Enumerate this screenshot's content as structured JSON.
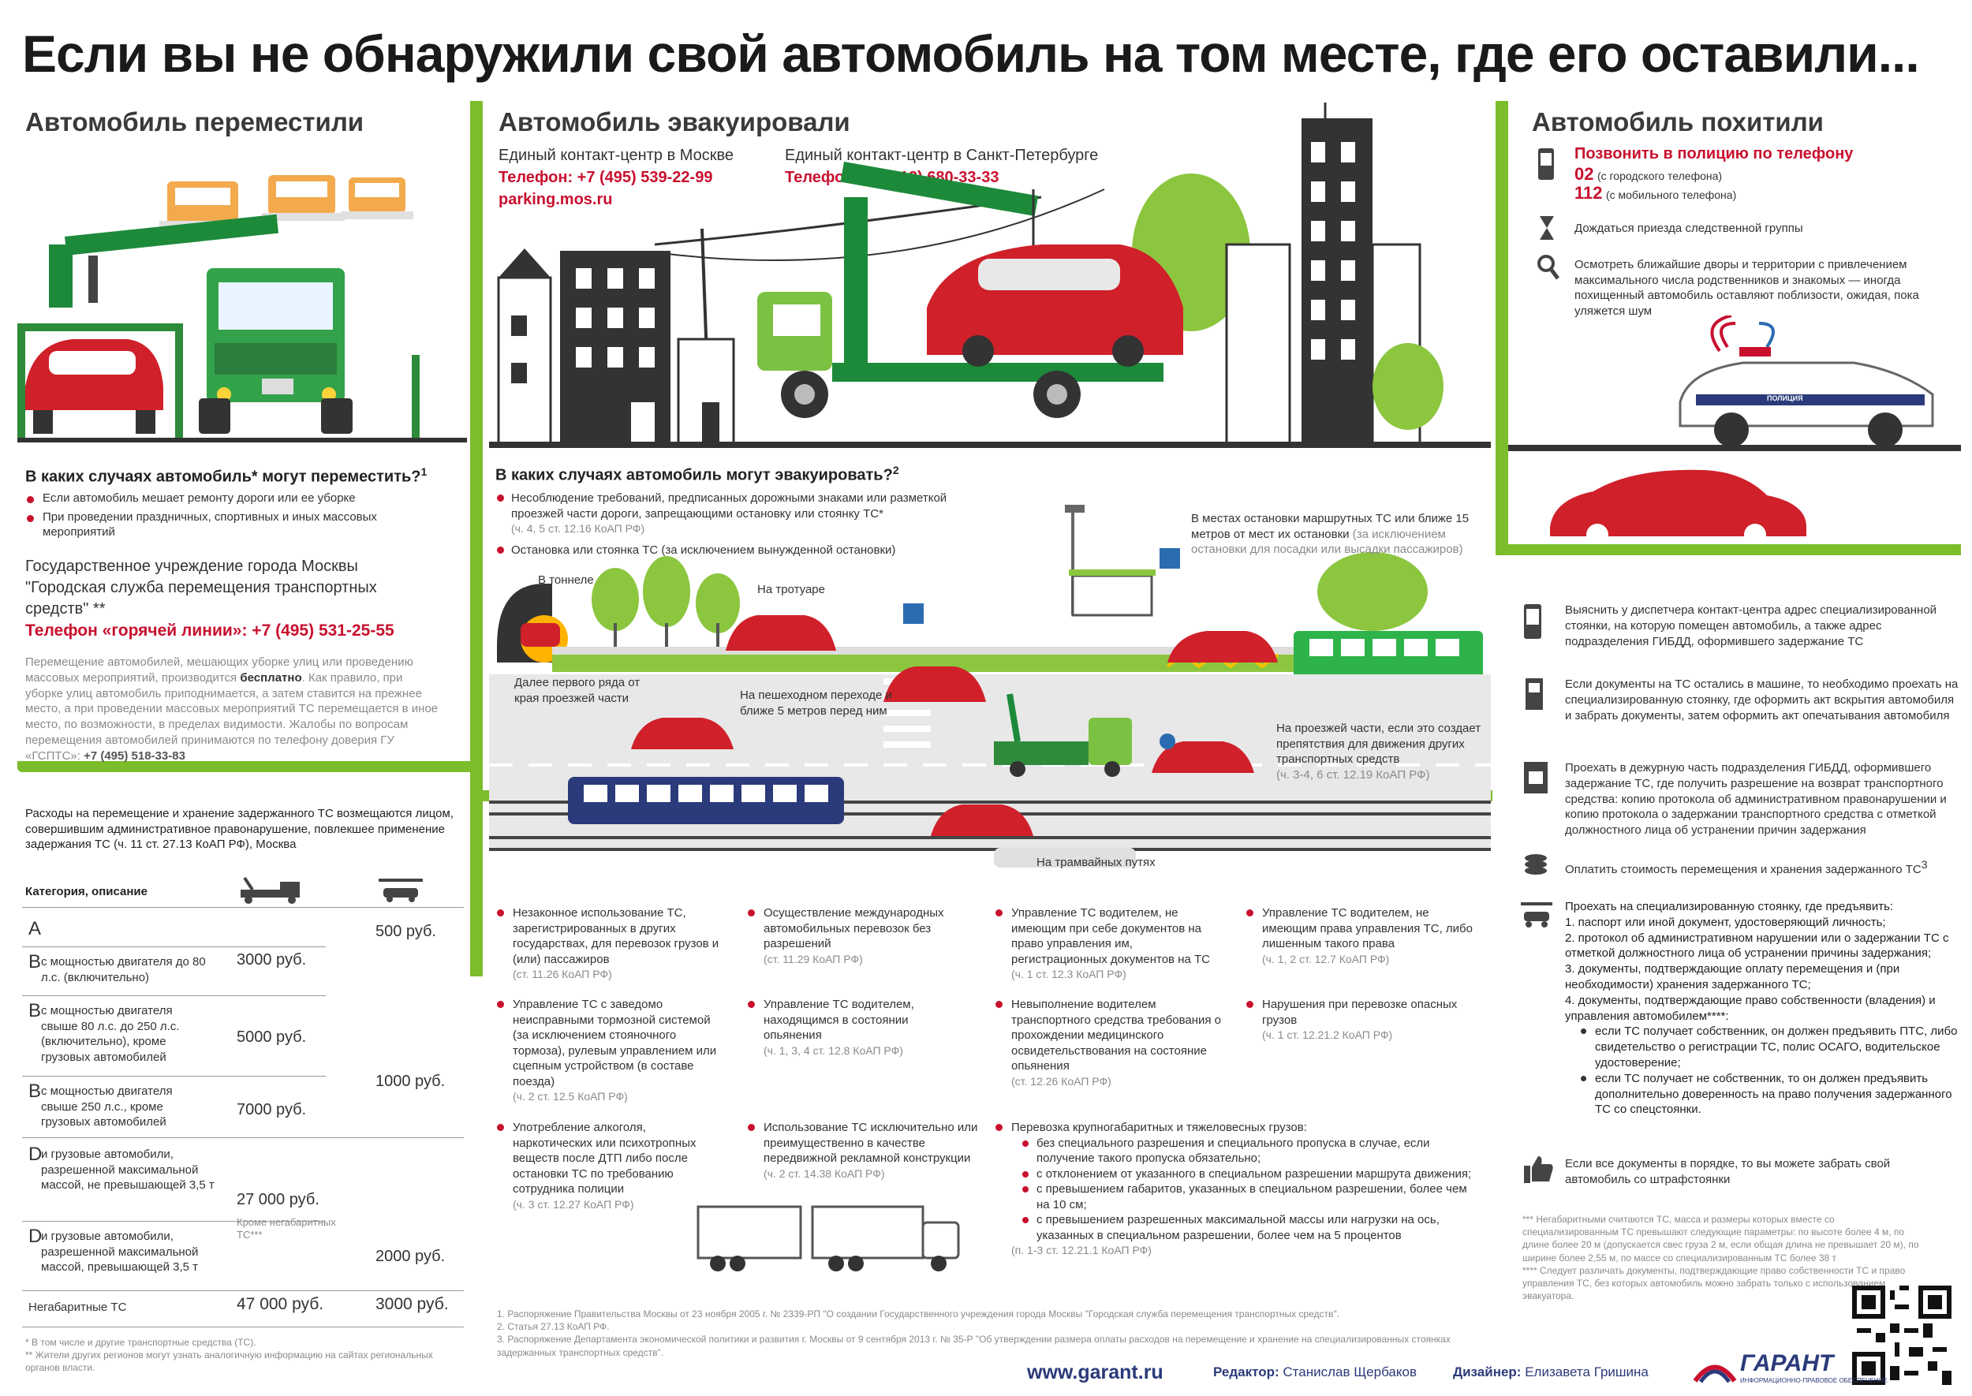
{
  "title": "Если вы не обнаружили свой автомобиль на том месте, где его оставили...",
  "moved": {
    "heading": "Автомобиль переместили",
    "question": "В каких случаях автомобиль* могут переместить?",
    "question_sup": "1",
    "cases": [
      "Если автомобиль мешает ремонту дороги или ее уборке",
      "При проведении праздничных, спортивных и иных массовых мероприятий"
    ],
    "org": "Государственное учреждение города Москвы \"Городская служба перемещения транспортных средств\" **",
    "hotline": "Телефон «горячей линии»: +7 (495) 531-25-55",
    "desc_1": "Перемещение автомобилей, мешающих уборке улиц или проведению массовых мероприятий, производится",
    "desc_free": "бесплатно",
    "desc_2": ". Как правило, при уборке улиц автомобиль приподнимается, а затем ставится на прежнее место, а при проведении массовых мероприятий ТС перемещается в иное место, по возможности, в пределах видимости. Жалобы по вопросам перемещения автомобилей принимаются по телефону доверия ГУ «ГСПТС»: ",
    "trust_phone": "+7 (495) 518-33-83"
  },
  "evacuated": {
    "heading": "Автомобиль эвакуировали",
    "moscow_label": "Единый контакт-центр в Москве",
    "moscow_phone": "Телефон: +7 (495) 539-22-99",
    "moscow_site": "parking.mos.ru",
    "spb_label": "Единый контакт-центр в Санкт-Петербурге",
    "spb_phone": "Телефон: +7 (812) 680-33-33",
    "question": "В каких случаях автомобиль могут эвакуировать?",
    "question_sup": "2",
    "cases": [
      {
        "text": "Несоблюдение требований, предписанных дорожными знаками или разметкой проезжей части дороги, запрещающими остановку или стоянку ТС*",
        "ref": "(ч. 4, 5 ст. 12.16 КоАП РФ)"
      },
      {
        "text": "Остановка или стоянка ТС (за исключением вынужденной остановки)",
        "ref": ""
      }
    ],
    "labels": {
      "tunnel": "В тоннеле",
      "sidewalk": "На тротуаре",
      "stops": "В местах остановки маршрутных ТС или ближе 15 метров от мест их остановки",
      "stops_ref": "(за исключением остановки для посадки или высадки пассажиров)",
      "first_row": "Далее первого ряда от края проезжей части",
      "crossing": "На пешеходном переходе и ближе 5 метров перед ним",
      "roadway": "На проезжей части, если это создает препятствия для движения других транспортных средств",
      "roadway_ref": "(ч. 3-4, 6 ст. 12.19 КоАП РФ)",
      "tram": "На трамвайных путях"
    }
  },
  "stolen": {
    "heading": "Автомобиль похитили",
    "call": "Позвонить в полицию по телефону",
    "num1": "02",
    "num1_note": "(с городского телефона)",
    "num2": "112",
    "num2_note": "(с мобильного телефона)",
    "wait": "Дождаться приезда следственной группы",
    "search": "Осмотреть ближайшие дворы и территории с привлечением максимального числа родственников и знакомых — иногда похищенный автомобиль оставляют поблизости, ожидая, пока уляжется шум",
    "police_label": "ПОЛИЦИЯ"
  },
  "violations": [
    {
      "text": "Незаконное использование ТС, зарегистрированных в других государствах, для перевозок грузов и (или) пассажиров",
      "ref": "(ст. 11.26 КоАП РФ)"
    },
    {
      "text": "Осуществление международных автомобильных перевозок без разрешений",
      "ref": "(ст. 11.29 КоАП РФ)"
    },
    {
      "text": "Управление ТС водителем, не имеющим при себе документов на право управления им, регистрационных документов на ТС",
      "ref": "(ч. 1 ст. 12.3 КоАП РФ)"
    },
    {
      "text": "Управление ТС водителем, не имеющим права управления ТС, либо лишенным такого права",
      "ref": "(ч. 1, 2 ст. 12.7 КоАП РФ)"
    },
    {
      "text": "Управление ТС с заведомо неисправными тормозной системой (за исключением стояночного тормоза), рулевым управлением или сцепным устройством (в составе поезда)",
      "ref": "(ч. 2 ст. 12.5 КоАП РФ)"
    },
    {
      "text": "Управление ТС водителем, находящимся в состоянии опьянения",
      "ref": "(ч. 1, 3, 4 ст. 12.8 КоАП РФ)"
    },
    {
      "text": "Невыполнение водителем транспортного средства требования о прохождении медицинского освидетельствования на состояние опьянения",
      "ref": "(ст. 12.26 КоАП РФ)"
    },
    {
      "text": "Нарушения при перевозке опасных грузов",
      "ref": "(ч. 1 ст. 12.21.2 КоАП РФ)"
    },
    {
      "text": "Употребление алкоголя, наркотических или психотропных веществ после ДТП либо после остановки ТС по требованию сотрудника полиции",
      "ref": "(ч. 3 ст. 12.27 КоАП РФ)"
    },
    {
      "text": "Использование ТС исключительно или преимущественно в качестве передвижной рекламной конструкции",
      "ref": "(ч. 2 ст. 14.38 КоАП РФ)"
    }
  ],
  "oversize": {
    "title": "Перевозка крупногабаритных и тяжеловесных грузов:",
    "items": [
      "без специального разрешения и специального пропуска в случае, если получение такого пропуска обязательно;",
      "с отклонением от указанного в специальном разрешении маршрута движения;",
      "с превышением габаритов, указанных в специальном разрешении, более чем на 10 см;",
      "с превышением разрешенных максимальной массы или нагрузки на ось, указанных в специальном разрешении, более чем на 5 процентов"
    ],
    "ref": "(п. 1-3 ст. 12.21.1 КоАП РФ)"
  },
  "costs": {
    "intro": "Расходы на перемещение и хранение задержанного ТС возмещаются лицом, совершившим административное правонарушение, повлекшее применение задержания ТС (ч. 11 ст. 27.13 КоАП РФ), Москва",
    "header": "Категория, описание",
    "rows": [
      {
        "cat": "A",
        "desc": "",
        "move": "",
        "store": "500 руб."
      },
      {
        "cat": "B",
        "desc": "с мощностью двигателя до 80 л.с. (включительно)",
        "move": "3000 руб.",
        "store": ""
      },
      {
        "cat": "B",
        "desc": "с мощностью двигателя свыше 80 л.с. до 250 л.с. (включительно), кроме грузовых автомобилей",
        "move": "5000 руб.",
        "store": "1000 руб."
      },
      {
        "cat": "B",
        "desc": "с мощностью двигателя свыше 250 л.с., кроме грузовых автомобилей",
        "move": "7000 руб.",
        "store": ""
      },
      {
        "cat": "D",
        "desc": "и грузовые автомобили, разрешенной максимальной массой, не превышающей 3,5 т",
        "move": "27 000 руб.",
        "move_note": "Кроме негабаритных ТС***",
        "store": ""
      },
      {
        "cat": "D",
        "desc": "и грузовые автомобили, разрешенной максимальной массой, превышающей 3,5 т",
        "move": "",
        "store": "2000 руб."
      },
      {
        "cat": "Негабаритные ТС",
        "desc": "",
        "move": "47 000 руб.",
        "store": "3000 руб."
      }
    ]
  },
  "steps": [
    "Выяснить у диспетчера контакт-центра адрес специализированной стоянки, на которую помещен автомобиль, а также адрес подразделения ГИБДД, оформившего задержание ТС",
    "Если документы на ТС остались в машине, то необходимо проехать на специализированную стоянку, где оформить акт вскрытия автомобиля и забрать документы, затем оформить акт опечатывания автомобиля",
    "Проехать в дежурную часть подразделения ГИБДД, оформившего задержание ТС, где получить разрешение на возврат транспортного средства: копию протокола об административном правонарушении и копию протокола о задержании транспортного средства с отметкой должностного лица об устранении причин задержания",
    "Оплатить стоимость перемещения и хранения задержанного ТС"
  ],
  "step4_sup": "3",
  "docs": {
    "intro": "Проехать на специализированную стоянку, где предъявить:",
    "items": [
      "1. паспорт или иной документ, удостоверяющий личность;",
      "2. протокол об административном нарушении или о задержании ТС с отметкой должностного лица об устранении причины задержания;",
      "3. документы, подтверждающие оплату перемещения и (при необходимости) хранения задержанного ТС;",
      "4. документы, подтверждающие право собственности (владения) и управления автомобилем****:"
    ],
    "subs": [
      "если ТС получает собственник, он должен предъявить ПТС, либо свидетельство о регистрации ТС, полис ОСАГО, водительское удостоверение;",
      "если ТС получает не собственник, то он должен предъявить дополнительно доверенность на право получения задержанного ТС со спецстоянки."
    ]
  },
  "final": "Если все документы в порядке, то вы можете забрать свой автомобиль со штрафстоянки",
  "footnotes_right": [
    "*** Негабаритными считаются ТС, масса и размеры которых вместе со специализированным ТС превышают следующие параметры: по высоте более 4 м, по длине более 20 м (допускается свес груза 2 м, если общая длина не превышает 20 м), по ширине более 2,55 м, по массе со специализированным ТС более 38 т",
    "**** Следует различать документы, подтверждающие право собственности ТС и право управления ТС, без которых автомобиль можно забрать только с использованием эвакуатора."
  ],
  "footnotes_left": [
    "* В том числе и другие транспортные средства (ТС).",
    "** Жители других регионов могут узнать аналогичную информацию на сайтах региональных органов власти."
  ],
  "footnotes_mid": [
    "1. Распоряжение Правительства Москвы от 23 ноября 2005 г. № 2339-РП \"О создании Государственного учреждения города Москвы \"Городская служба перемещения транспортных средств\".",
    "2. Статья 27.13 КоАП РФ.",
    "3. Распоряжение Департамента экономической политики и развития г. Москвы от 9 сентября 2013 г. № 35-Р \"Об утверждении размера оплаты расходов на перемещение и хранение на специализированных стоянках задержанных транспортных средств\"."
  ],
  "site": "www.garant.ru",
  "editor_label": "Редактор:",
  "editor": "Станислав Щербаков",
  "designer_label": "Дизайнер:",
  "designer": "Елизавета Гришина",
  "brand": "ГАРАНТ",
  "brand_sub": "ИНФОРМАЦИОННО-ПРАВОВОЕ ОБЕСПЕЧЕНИЕ",
  "colors": {
    "accent_green": "#7cbd2b",
    "accent_red": "#c8102e",
    "car_red": "#d0202a"
  }
}
